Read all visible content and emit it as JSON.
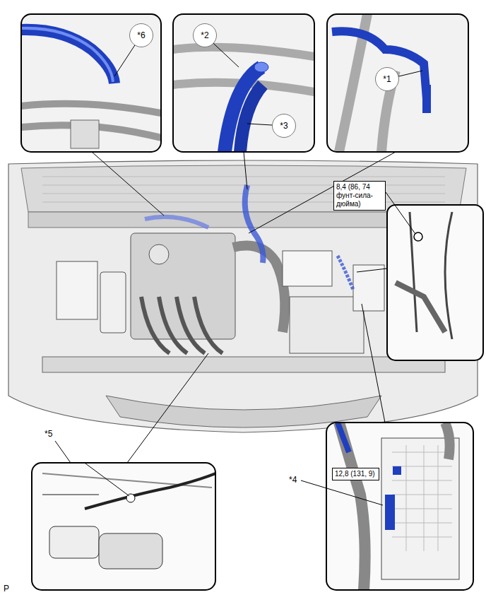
{
  "diagram": {
    "nodes": [
      {
        "text": [
          "*6"
        ]
      },
      {
        "text": [
          "*2"
        ]
      },
      {
        "text": [
          "*1"
        ]
      },
      {
        "text": [
          "*3"
        ]
      },
      {
        "text": [
          "8,4 (86, 74 фунт-сила-дюйма)"
        ]
      },
      {
        "text": [
          "12,8 (131, 9)"
        ]
      }
    ],
    "labels": [
      "*5",
      "*4",
      "P"
    ]
  }
}
